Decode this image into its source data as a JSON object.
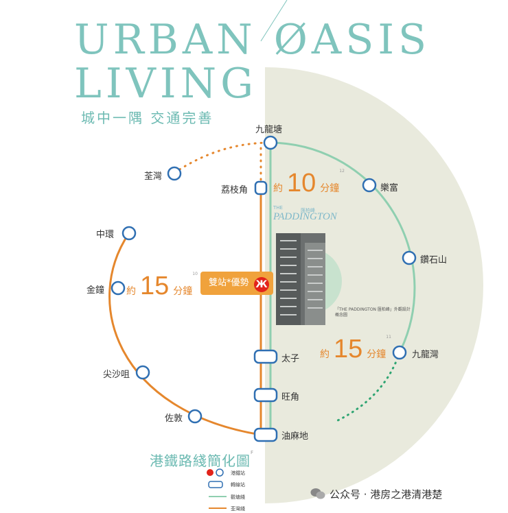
{
  "title": {
    "line1": "URBAN ØASIS",
    "line2": "LIVING",
    "subtitle": "城中一隅 交通完善"
  },
  "stations": {
    "kowloon_tong": "九龍塘",
    "tsuen_wan": "荃灣",
    "lai_chi_kok": "荔枝角",
    "lok_fu": "樂富",
    "central": "中環",
    "diamond_hill": "鑽石山",
    "admiralty": "金鐘",
    "kowloon_bay": "九龍灣",
    "prince_edward": "太子",
    "tsim_sha_tsui": "尖沙咀",
    "mong_kok": "旺角",
    "jordan": "佐敦",
    "yau_ma_tei": "油麻地"
  },
  "times": {
    "t1": {
      "pre": "約",
      "num": "10",
      "post": "分鐘",
      "sup": "12"
    },
    "t2": {
      "pre": "約",
      "num": "15",
      "post": "分鐘",
      "sup": "10"
    },
    "t3": {
      "pre": "約",
      "num": "15",
      "post": "分鐘",
      "sup": "11"
    }
  },
  "badge": {
    "label": "雙站*優勢",
    "mtr_symbol": "Ж"
  },
  "project": {
    "brand": "PADDINGTON",
    "brand_small": "THE",
    "brand_cn": "匯柏峰",
    "caption": "「THE PADDINGTON 匯柏峰」外觀設計概念圖"
  },
  "legend": {
    "title": "港鐵路綫簡化圖",
    "title_sup": "F",
    "items": [
      "港鐵站",
      "轉線站",
      "觀塘綫",
      "荃灣綫"
    ]
  },
  "footer": {
    "text": "公众号 · 港房之港清港楚"
  },
  "colors": {
    "teal": "#7fc4bd",
    "green_line": "#8fcfb0",
    "orange_line": "#e5872d",
    "blue_station": "#2f6fb2",
    "panel": "#e9eadd",
    "badge": "#f0a23c",
    "mtr_red": "#e2231a"
  }
}
